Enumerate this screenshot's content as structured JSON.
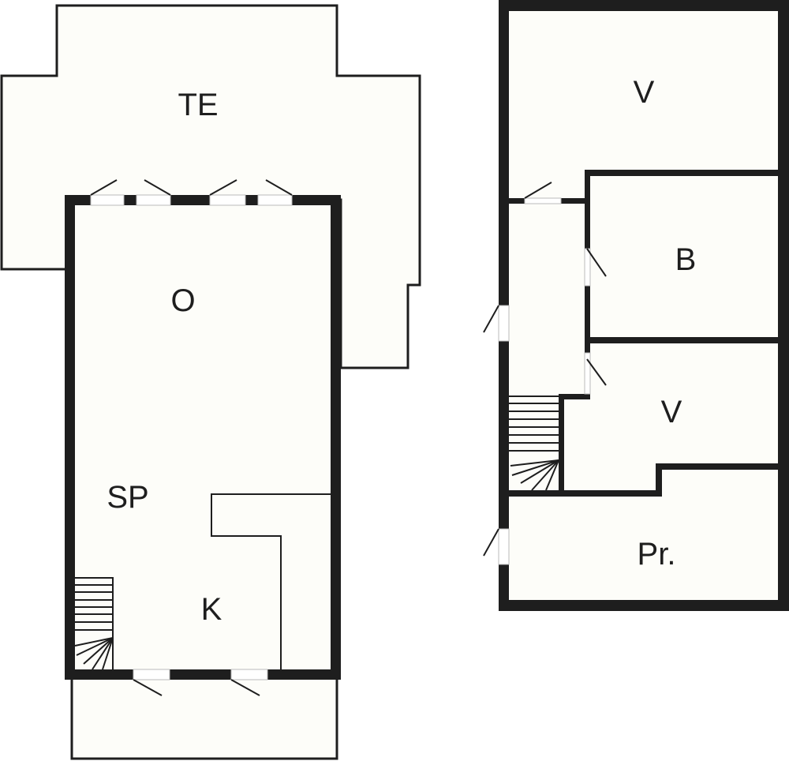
{
  "diagram": {
    "type": "floor-plan",
    "colors": {
      "floor": "#fdfdf9",
      "wall": "#1e1e1e",
      "background": "#ffffff"
    },
    "left_plan": {
      "rooms": [
        {
          "id": "terrace",
          "label": "TE"
        },
        {
          "id": "living",
          "label": "O"
        },
        {
          "id": "dining",
          "label": "SP"
        },
        {
          "id": "kitchen",
          "label": "K"
        }
      ],
      "doors": 6,
      "stairs": 1
    },
    "right_plan": {
      "rooms": [
        {
          "id": "bedroom-top",
          "label": "V"
        },
        {
          "id": "bathroom",
          "label": "B"
        },
        {
          "id": "bedroom-middle",
          "label": "V"
        },
        {
          "id": "storage",
          "label": "Pr."
        }
      ],
      "doors": 5,
      "stairs": 1
    }
  }
}
